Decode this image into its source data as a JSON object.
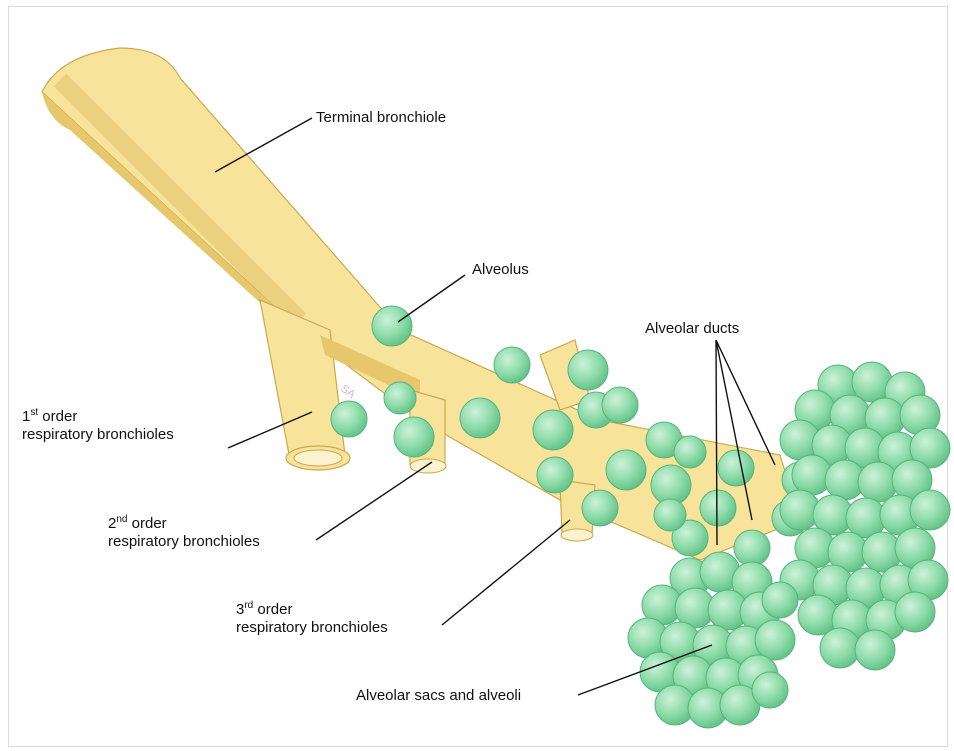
{
  "diagram": {
    "colors": {
      "bronchiole_fill": "#f8e39a",
      "bronchiole_shadow": "#e6c76c",
      "bronchiole_stroke": "#c9a94e",
      "lumen": "#fbf3cf",
      "alveolus_fill": "#8fdcaa",
      "alveolus_highlight": "#cdf2d9",
      "alveolus_stroke": "#55b57c",
      "leader_line": "#111111"
    },
    "labels": {
      "terminal_bronchiole": "Terminal bronchiole",
      "alveolus": "Alveolus",
      "alveolar_ducts": "Alveolar ducts",
      "first_order": {
        "num": "1",
        "sup": "st",
        "word": " order",
        "line2": "respiratory bronchioles"
      },
      "second_order": {
        "num": "2",
        "sup": "nd",
        "word": " order",
        "line2": "respiratory bronchioles"
      },
      "third_order": {
        "num": "3",
        "sup": "rd",
        "word": " order",
        "line2": "respiratory bronchioles"
      },
      "sacs": "Alveolar sacs and alveoli"
    },
    "watermark": "SA"
  }
}
